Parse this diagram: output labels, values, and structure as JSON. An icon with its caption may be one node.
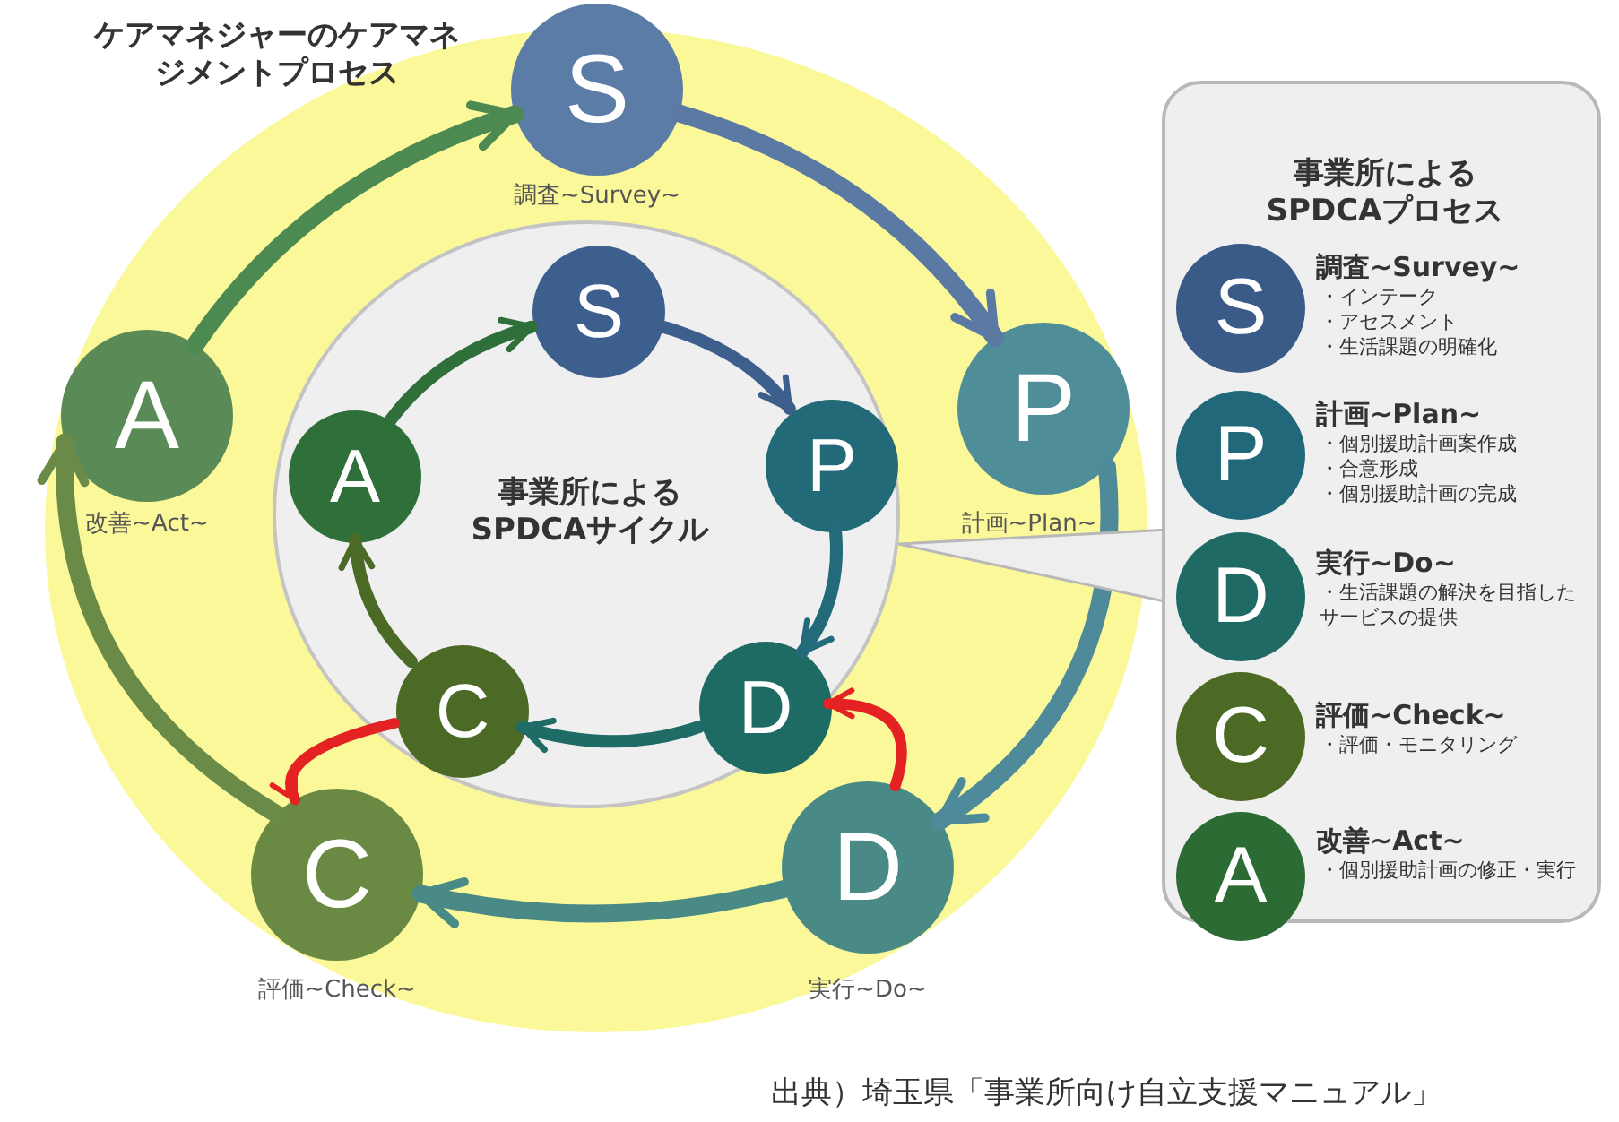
{
  "diagram": {
    "caption": "出典）埼玉県「事業所向け自立支援マニュアル」",
    "nodes": [
      {
        "text": [
          "ケアマネジャーのケアマネジメントプロセス"
        ]
      },
      {
        "text": [
          "S"
        ],
        "beside": [
          "調査~Survey~"
        ]
      },
      {
        "text": [
          "P"
        ],
        "in": 0,
        "beside": [
          "計画~Plan~"
        ]
      },
      {
        "text": [
          "D"
        ],
        "in": 0,
        "beside": [
          "実行~Do~"
        ]
      },
      {
        "text": [
          "C"
        ],
        "in": 0,
        "beside": [
          "評価~Check~"
        ]
      },
      {
        "text": [
          "A"
        ],
        "in": 0,
        "beside": [
          "改善~Act~"
        ]
      },
      {
        "text": [
          "事業所によるSPDCAサイクル"
        ],
        "in": 0
      },
      {
        "text": [
          "S"
        ],
        "in": 6
      },
      {
        "text": [
          "P"
        ],
        "in": 6
      },
      {
        "text": [
          "D"
        ],
        "in": 6
      },
      {
        "text": [
          "C"
        ],
        "in": 6
      },
      {
        "text": [
          "A"
        ],
        "in": 6
      },
      {
        "text": [
          "事業所によるSPDCAプロセス"
        ]
      },
      {
        "text": [
          "S"
        ],
        "in": 12,
        "beside": [
          "調査~Survey~",
          "・インテーク",
          "・アセスメント",
          "・生活課題の明確化"
        ]
      },
      {
        "text": [
          "P"
        ],
        "in": 12,
        "beside": [
          "計画~Plan~",
          "・個別援助計画案作成",
          "・合意形成",
          "・個別援助計画の完成"
        ]
      },
      {
        "text": [
          "D"
        ],
        "in": 12,
        "beside": [
          "実行~Do~",
          "・生活課題の解決を目指したサービスの提供"
        ]
      },
      {
        "text": [
          "C"
        ],
        "in": 12,
        "beside": [
          "評価~Check~",
          "・評価・モニタリング"
        ]
      },
      {
        "text": [
          "A"
        ],
        "in": 12,
        "beside": [
          "改善~Act~",
          "・個別援助計画の修正・実行"
        ]
      }
    ],
    "edges": [
      {
        "from": 1,
        "to": 2,
        "arrow": "to",
        "color": "#5b7aa3"
      },
      {
        "from": 2,
        "to": 3,
        "arrow": "to",
        "color": "#4f8a9a"
      },
      {
        "from": 3,
        "to": 4,
        "arrow": "to",
        "color": "#4a8a86"
      },
      {
        "from": 4,
        "to": 5,
        "arrow": "to",
        "color": "#6a8a48"
      },
      {
        "from": 5,
        "to": 1,
        "arrow": "to",
        "color": "#4d8a52"
      },
      {
        "from": 7,
        "to": 8,
        "arrow": "to",
        "color": "#3d5f8e"
      },
      {
        "from": 8,
        "to": 9,
        "arrow": "to",
        "color": "#236a7a"
      },
      {
        "from": 9,
        "to": 10,
        "arrow": "to",
        "color": "#1f6b66"
      },
      {
        "from": 10,
        "to": 11,
        "arrow": "to",
        "color": "#4a6a25"
      },
      {
        "from": 11,
        "to": 7,
        "arrow": "to",
        "color": "#2f6f3a"
      },
      {
        "from": 3,
        "to": 9,
        "arrow": "to",
        "color": "#e52222"
      },
      {
        "from": 10,
        "to": 4,
        "arrow": "to",
        "color": "#e52222"
      },
      {
        "from": 12,
        "to": 6,
        "arrow": "none",
        "color": "#eeeeee"
      }
    ]
  }
}
